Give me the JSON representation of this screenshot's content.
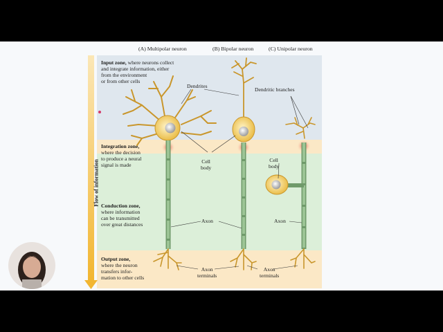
{
  "headers": {
    "a": "(A)  Multipolar neuron",
    "b": "(B)  Bipolar neuron",
    "c": "(C)  Unipolar neuron"
  },
  "zones": {
    "input_title": "Input zone,",
    "input_text1": " where neurons collect",
    "input_text2": "and integrate information, either",
    "input_text3": "from the environment",
    "input_text4": "or from other cells",
    "integ_title": "Integration zone,",
    "integ_text1": "where the decision",
    "integ_text2": "to produce a neural",
    "integ_text3": "signal is made",
    "cond_title": "Conduction zone,",
    "cond_text1": "where information",
    "cond_text2": "can be transmitted",
    "cond_text3": "over great distances",
    "out_title": "Output zone,",
    "out_text1": "where the neuron",
    "out_text2": "transfers infor-",
    "out_text3": "mation to other cells"
  },
  "flow_label": "Flow of information",
  "annotations": {
    "dendrites": "Dendrites",
    "dendritic_branches": "Dendritic branches",
    "cell_body_1": "Cell",
    "cell_body_2": "body",
    "cell_body_c1": "Cell",
    "cell_body_c2": "body",
    "axon_mid": "Axon",
    "axon_c": "Axon",
    "axon_terminals_1a": "Axon",
    "axon_terminals_1b": "terminals",
    "axon_terminals_2a": "Axon",
    "axon_terminals_2b": "terminals"
  },
  "colors": {
    "input_zone": "#dfe7ee",
    "integration_zone": "#fbe8c6",
    "conduction_zone": "#dcefd9",
    "output_zone": "#fbe8c6",
    "cell_body": "#f2cc55",
    "axon": "#8fb58a",
    "flow_arrow": "#f2b631"
  }
}
